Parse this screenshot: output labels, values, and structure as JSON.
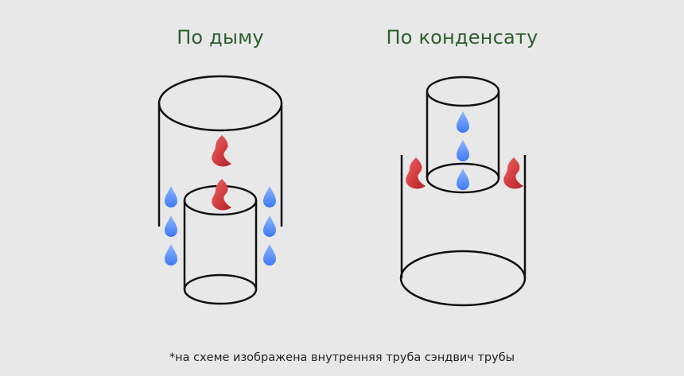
{
  "titles": {
    "left": "По дыму",
    "right": "По конденсату"
  },
  "footnote": "*на схеме изображена внутренняя труба сэндвич трубы",
  "colors": {
    "background": "#e8e8e8",
    "title": "#2e5d2e",
    "outline": "#111111",
    "flame": "#d9343a",
    "drop": "#5b8ff9"
  },
  "icons": {
    "flame": "flame-icon",
    "drop": "water-drop-icon"
  }
}
